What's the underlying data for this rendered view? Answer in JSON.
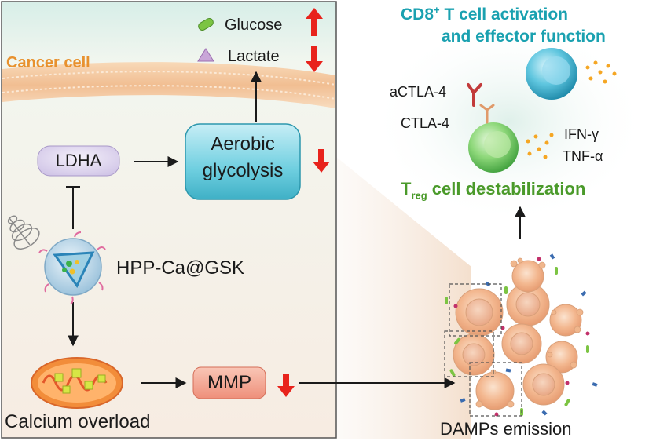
{
  "cancer_cell_label": "Cancer cell",
  "glucose_label": "Glucose",
  "lactate_label": "Lactate",
  "ldha_label": "LDHA",
  "aerobic_glycolysis_label": {
    "line1": "Aerobic",
    "line2": "glycolysis"
  },
  "nanoparticle_label": "HPP-Ca@GSK",
  "calcium_overload_label": "Calcium overload",
  "mmp_label": "MMP",
  "damps_label": "DAMPs emission",
  "cd8_label": {
    "line1_main": "CD8",
    "line1_sup": "+",
    "line1_rest": " T cell activation",
    "line2": "and effector function"
  },
  "actla4_label": "aCTLA-4",
  "ctla4_label": "CTLA-4",
  "ifn_label": "IFN-γ",
  "tnf_label": "TNF-α",
  "treg_label": {
    "main": "T",
    "sub": "reg",
    "rest": " cell destabilization"
  },
  "colors": {
    "cancer_cell_text": "#e8912e",
    "teal_text": "#1aa1b0",
    "green_text": "#4a9a2a",
    "red_arrow": "#e8231c",
    "ldha_fill": "#dcd3ec",
    "mmp_fill": "#f0a08c"
  }
}
